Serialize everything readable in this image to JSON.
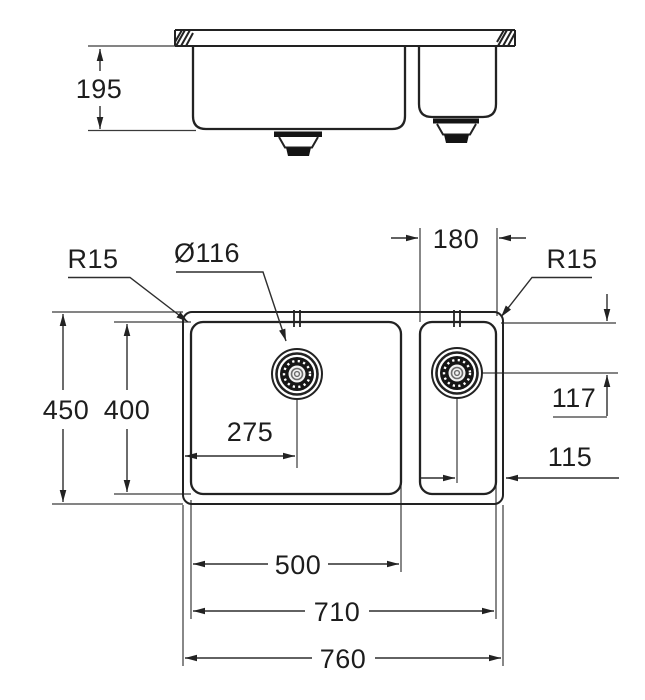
{
  "drawing": {
    "side_view": {
      "bowl_depth": "195"
    },
    "plan_view": {
      "corner_radius_left": "R15",
      "drain_diameter": "Ø116",
      "small_bowl_width": "180",
      "corner_radius_right": "R15",
      "overall_depth": "450",
      "main_bowl_depth": "400",
      "main_drain_offset": "275",
      "small_drain_top_offset": "117",
      "small_drain_right_offset": "115",
      "main_bowl_width": "500",
      "bowls_overall_width": "710",
      "overall_width": "760"
    }
  }
}
